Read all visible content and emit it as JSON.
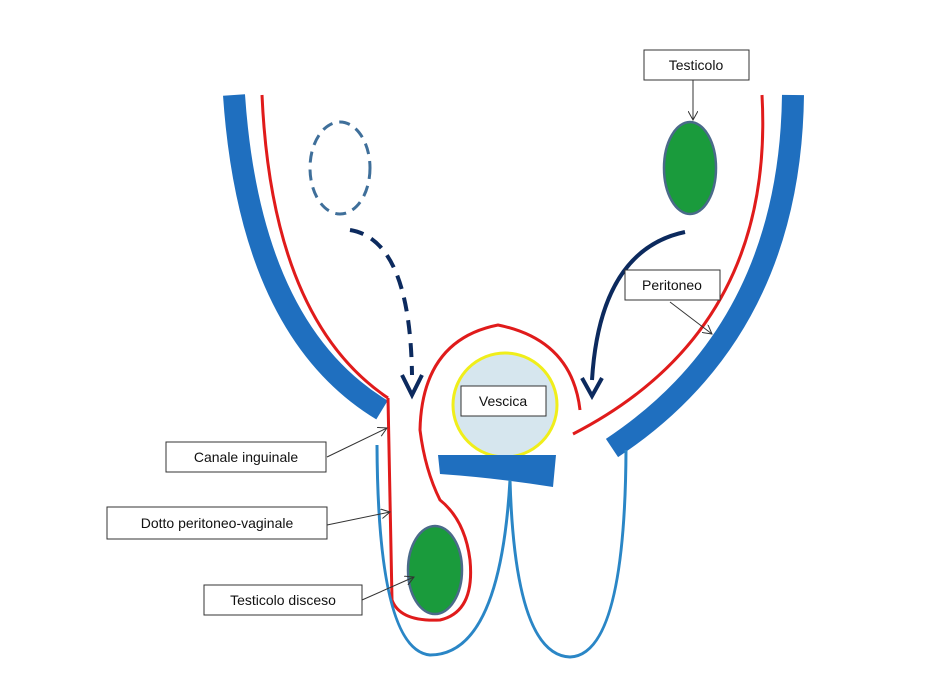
{
  "labels": {
    "testicolo": "Testicolo",
    "peritoneo": "Peritoneo",
    "vescica": "Vescica",
    "canale_inguinale": "Canale inguinale",
    "dotto_peritoneo_vaginale": "Dotto peritoneo-vaginale",
    "testicolo_disceso": "Testicolo disceso"
  },
  "colors": {
    "wall_blue": "#1f6fbf",
    "peritoneum_red": "#e01b1b",
    "testis_green": "#1a9b3c",
    "testis_outline": "#4a6a8a",
    "bladder_fill": "#d6e6ee",
    "bladder_outline": "#f0ee1a",
    "arrow_navy": "#0c2a5e",
    "dashed_outline": "#3f6f9a",
    "scrotum_line": "#2a86c6",
    "label_border": "#333333"
  },
  "icons": {
    "descent_arrow_dashed": "dashed-arrow-down",
    "descent_arrow_solid": "curved-arrow-down",
    "label_pointer": "thin-arrow"
  }
}
